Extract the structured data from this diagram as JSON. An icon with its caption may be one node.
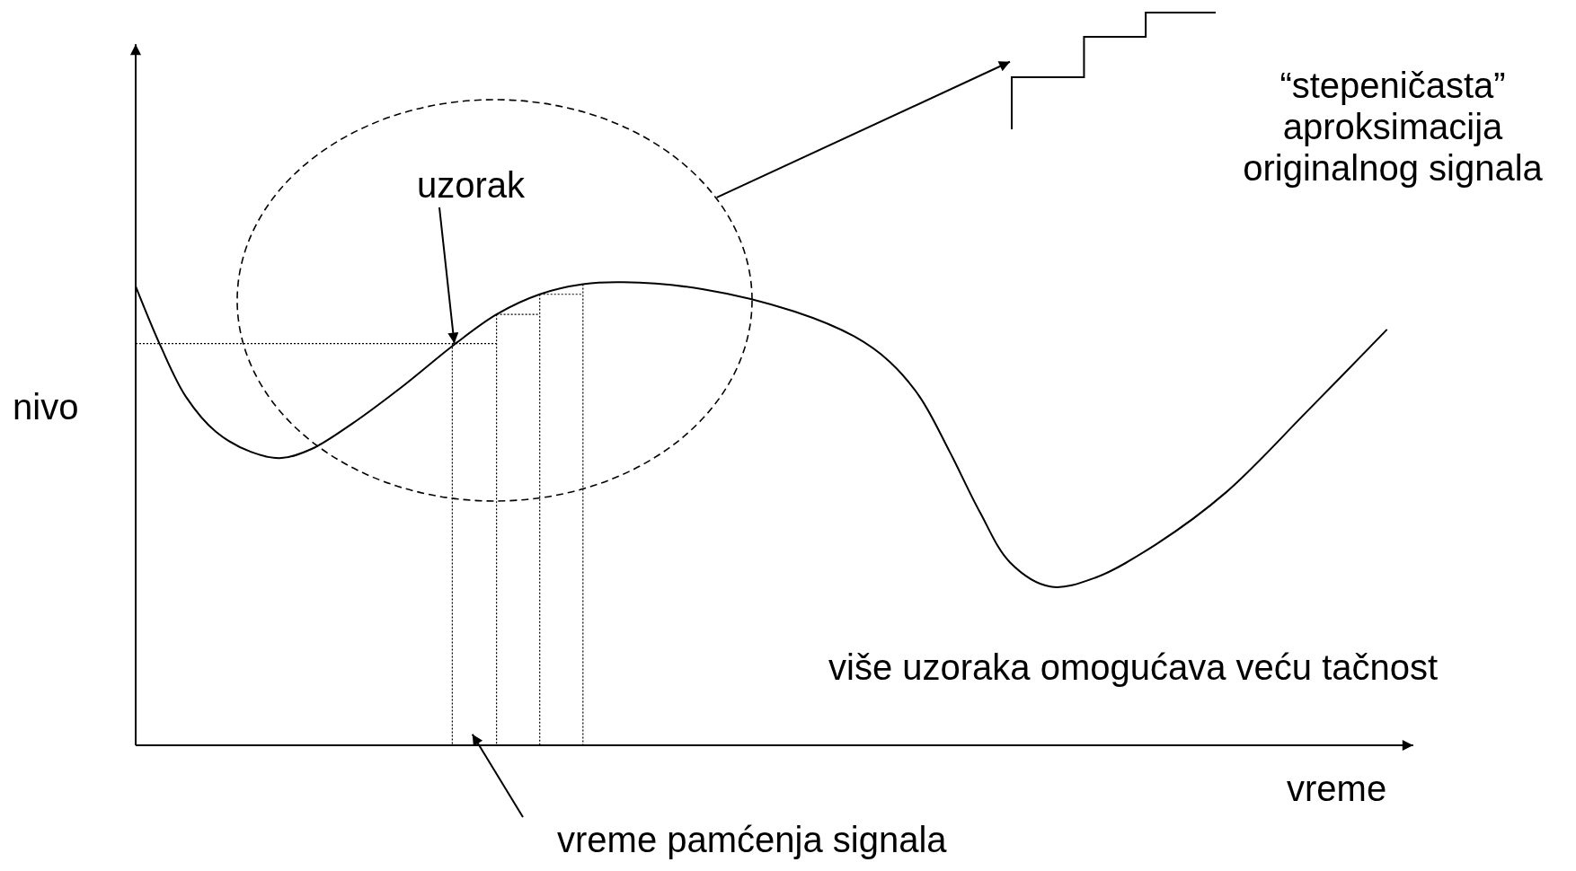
{
  "diagram": {
    "nodes": [
      {
        "text": [
          "uzorak"
        ],
        "in": 2
      },
      {
        "text": [
          "vreme pamćenja signala"
        ]
      },
      {
        "text": [],
        "shape": "ellipse"
      },
      {
        "text": [],
        "shape": "picture",
        "beside": [
          "“stepeničasta” aproksimacija originalnog signala"
        ]
      },
      {
        "text": [],
        "shape": "line"
      }
    ],
    "edges": [
      {
        "from": 0,
        "to": 4,
        "arrow": "to"
      },
      {
        "from": 1,
        "to": null,
        "arrow": "to"
      },
      {
        "from": 2,
        "to": 3,
        "arrow": "to"
      }
    ],
    "labels": [
      "nivo",
      "više uzoraka omogućava veću tačnost",
      "vreme"
    ]
  }
}
